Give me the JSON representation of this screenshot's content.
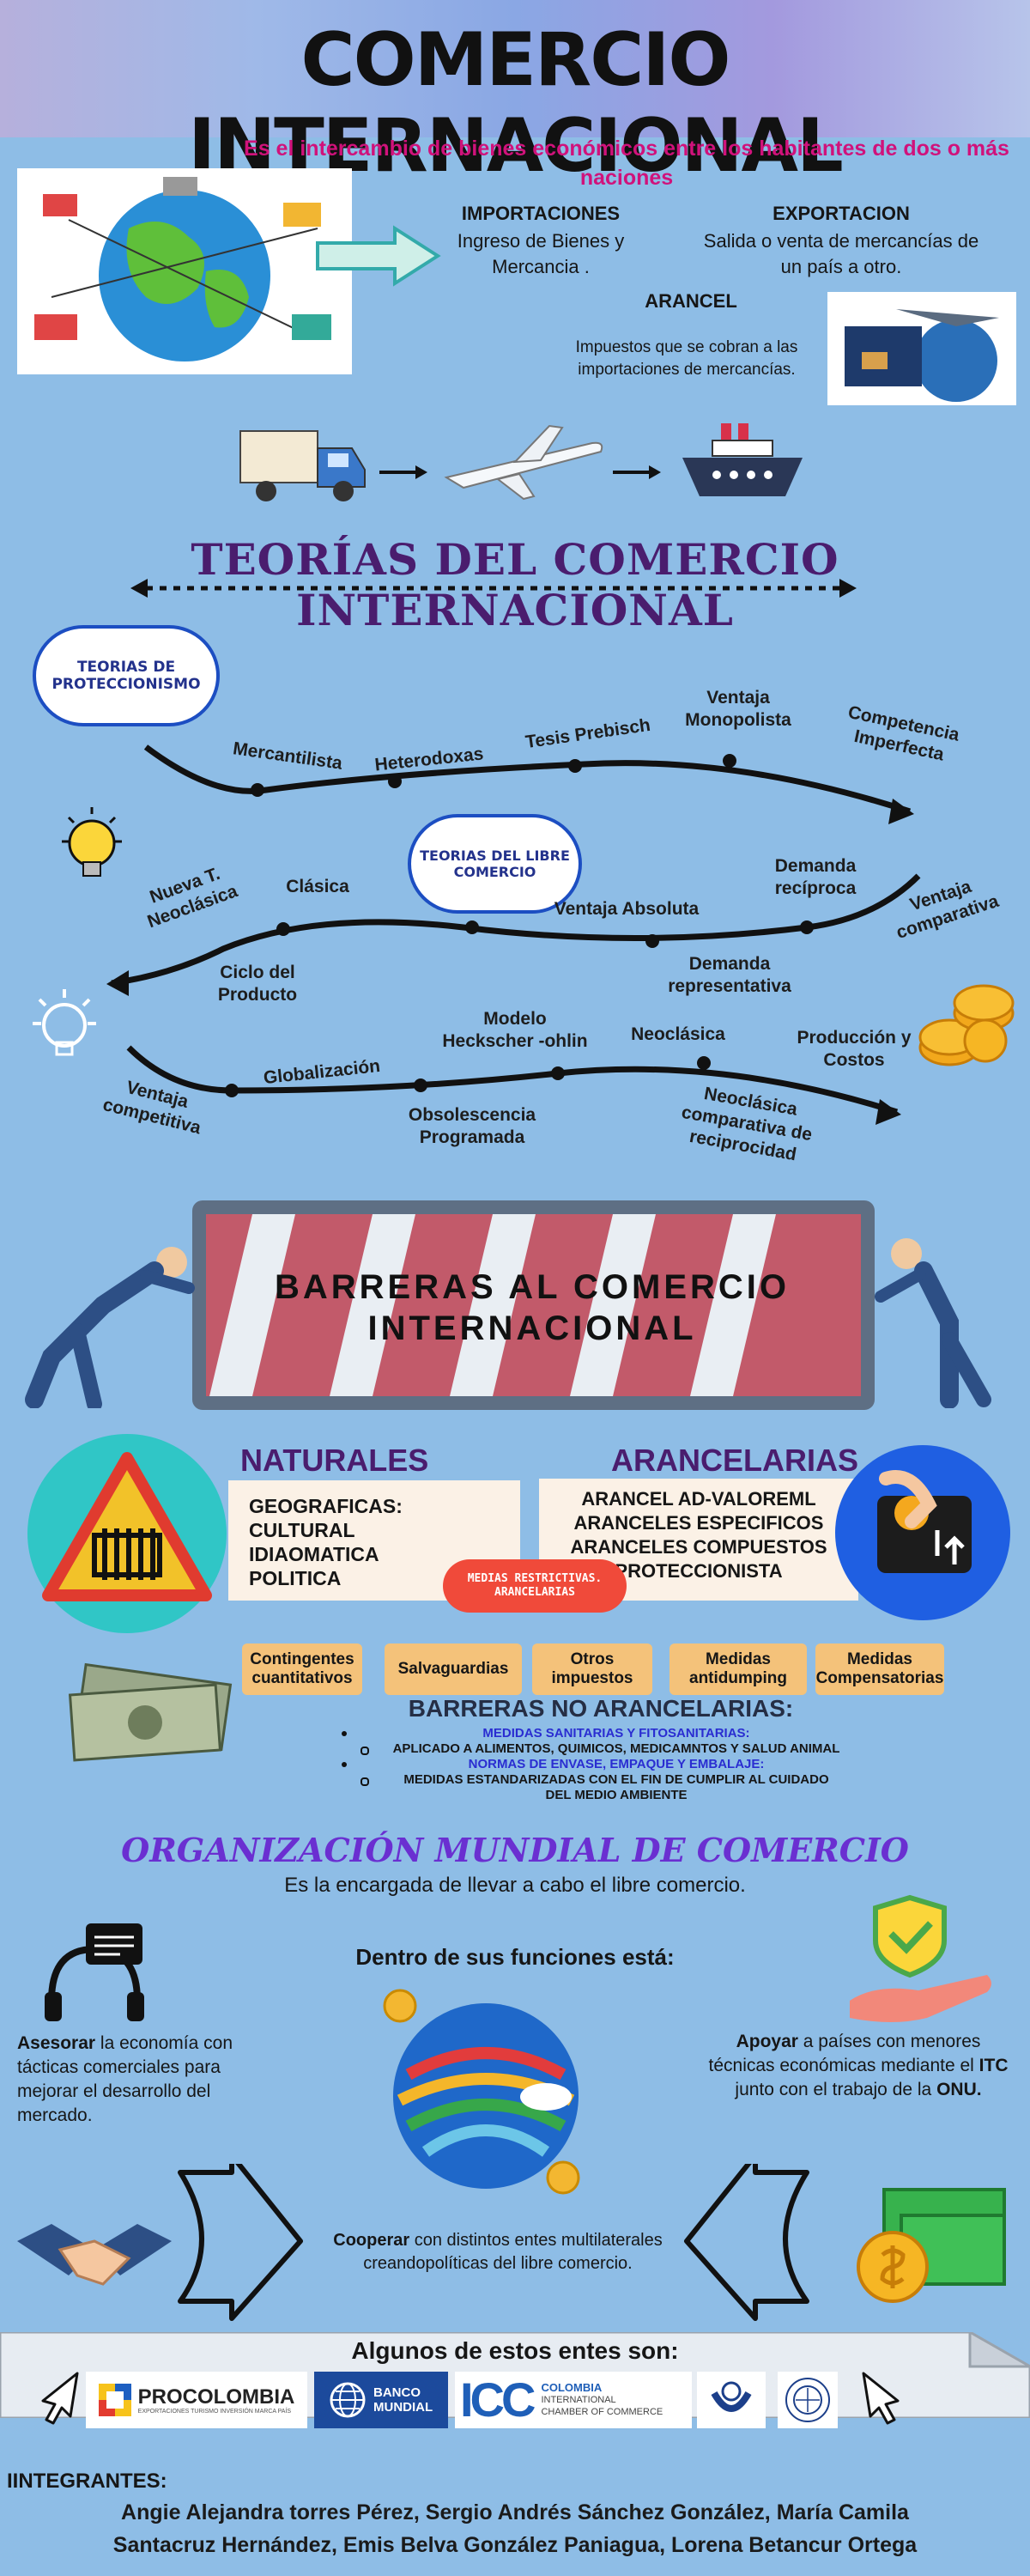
{
  "header": {
    "title": "COMERCIO INTERNACIONAL",
    "subtitle": "Es el intercambio de bienes económicos  entre los habitantes de dos o más naciones"
  },
  "intro": {
    "importaciones_title": "IMPORTACIONES",
    "importaciones_text": "Ingreso de Bienes y Mercancia .",
    "exportacion_title": "EXPORTACION",
    "exportacion_text": "Salida o venta de mercancías de un país a otro.",
    "arancel_title": "ARANCEL",
    "arancel_text": "Impuestos que se cobran a las importaciones de mercancías."
  },
  "teorias": {
    "title": "TEORÍAS DEL COMERCIO INTERNACIONAL",
    "proteccionismo_label": "TEORIAS DE PROTECCIONISMO",
    "libre_label": "TEORIAS DEL LIBRE COMERCIO",
    "row1": [
      "Mercantilista",
      "Heterodoxas",
      "Tesis Prebisch",
      "Ventaja Monopolista",
      "Competencia Imperfecta"
    ],
    "row2_top": [
      "Nueva T. Neoclásica",
      "Clásica",
      "Ventaja Absoluta",
      "Demanda recíproca",
      "Ventaja comparativa"
    ],
    "row2_bottom": [
      "Ciclo del Producto",
      "Demanda representativa"
    ],
    "row3_top": [
      "Globalización",
      "Modelo Heckscher -ohlin",
      "Neoclásica",
      "Producción y Costos"
    ],
    "row3_bottom": [
      "Ventaja competitiva",
      "Obsolescencia Programada",
      "Neoclásica comparativa de reciprocidad"
    ]
  },
  "barreras": {
    "title": "BARRERAS AL COMERCIO INTERNACIONAL",
    "naturales_title": "NATURALES",
    "naturales_items": [
      "GEOGRAFICAS:",
      "CULTURAL",
      "IDIAOMATICA",
      "POLITICA"
    ],
    "arancelarias_title": "ARANCELARIAS",
    "arancelarias_items": [
      "ARANCEL AD-VALOREML",
      "ARANCELES ESPECIFICOS",
      "ARANCELES COMPUESTOS",
      "PROTECCIONISTA"
    ],
    "medidas_badge": "MEDIAS RESTRICTIVAS. ARANCELARIAS",
    "pills": [
      "Contingentes cuantitativos",
      "Salvaguardias",
      "Otros impuestos",
      "Medidas antidumping",
      "Medidas Compensatorias"
    ],
    "no_arancelarias_title": "BARRERAS NO ARANCELARIAS:",
    "no_aran_1_head": "MEDIDAS SANITARIAS Y FITOSANITARIAS:",
    "no_aran_1_sub": "APLICADO A ALIMENTOS, QUIMICOS, MEDICAMNTOS Y SALUD ANIMAL",
    "no_aran_2_head": "NORMAS DE ENVASE, EMPAQUE Y EMBALAJE:",
    "no_aran_2_sub": "MEDIDAS ESTANDARIZADAS CON EL FIN DE CUMPLIR AL CUIDADO DEL MEDIO AMBIENTE"
  },
  "omc": {
    "title": "ORGANIZACIÓN MUNDIAL DE COMERCIO",
    "subtitle": "Es la encargada de llevar a cabo el libre comercio.",
    "functions_title": "Dentro de sus funciones está:",
    "left_bold": "Asesorar",
    "left_text": " la economía con tácticas comerciales para mejorar el desarrollo del mercado.",
    "right_bold1": "Apoyar",
    "right_text1": " a países con menores técnicas económicas mediante el ",
    "right_bold2": "ITC",
    "right_text2": " junto con el trabajo de la ",
    "right_bold3": "ONU.",
    "center_bold": "Cooperar",
    "center_text": " con distintos entes multilaterales creandopolíticas del libre comercio.",
    "entes_title": "Algunos de estos entes son:",
    "logos": {
      "procolombia": "PROCOLOMBIA",
      "procolombia_sub": "EXPORTACIONES TURISMO INVERSIÓN MARCA PAÍS",
      "banco": "BANCO MUNDIAL",
      "icc": "ICC",
      "icc_sub1": "COLOMBIA",
      "icc_sub2": "INTERNATIONAL",
      "icc_sub3": "CHAMBER OF COMMERCE"
    }
  },
  "integrantes": {
    "title": "IINTEGRANTES:",
    "line1": "Angie Alejandra torres Pérez, Sergio Andrés Sánchez González, María Camila",
    "line2": "Santacruz Hernández, Emis Belva González Paniagua, Lorena Betancur Ortega"
  },
  "colors": {
    "background": "#8ebde6",
    "magenta": "#d0127b",
    "purple": "#4a1d6e",
    "omc_purple": "#6a2fd1",
    "pill": "#f4c27a",
    "red_badge": "#f04a3a",
    "barrier_red": "#c25a6a"
  }
}
